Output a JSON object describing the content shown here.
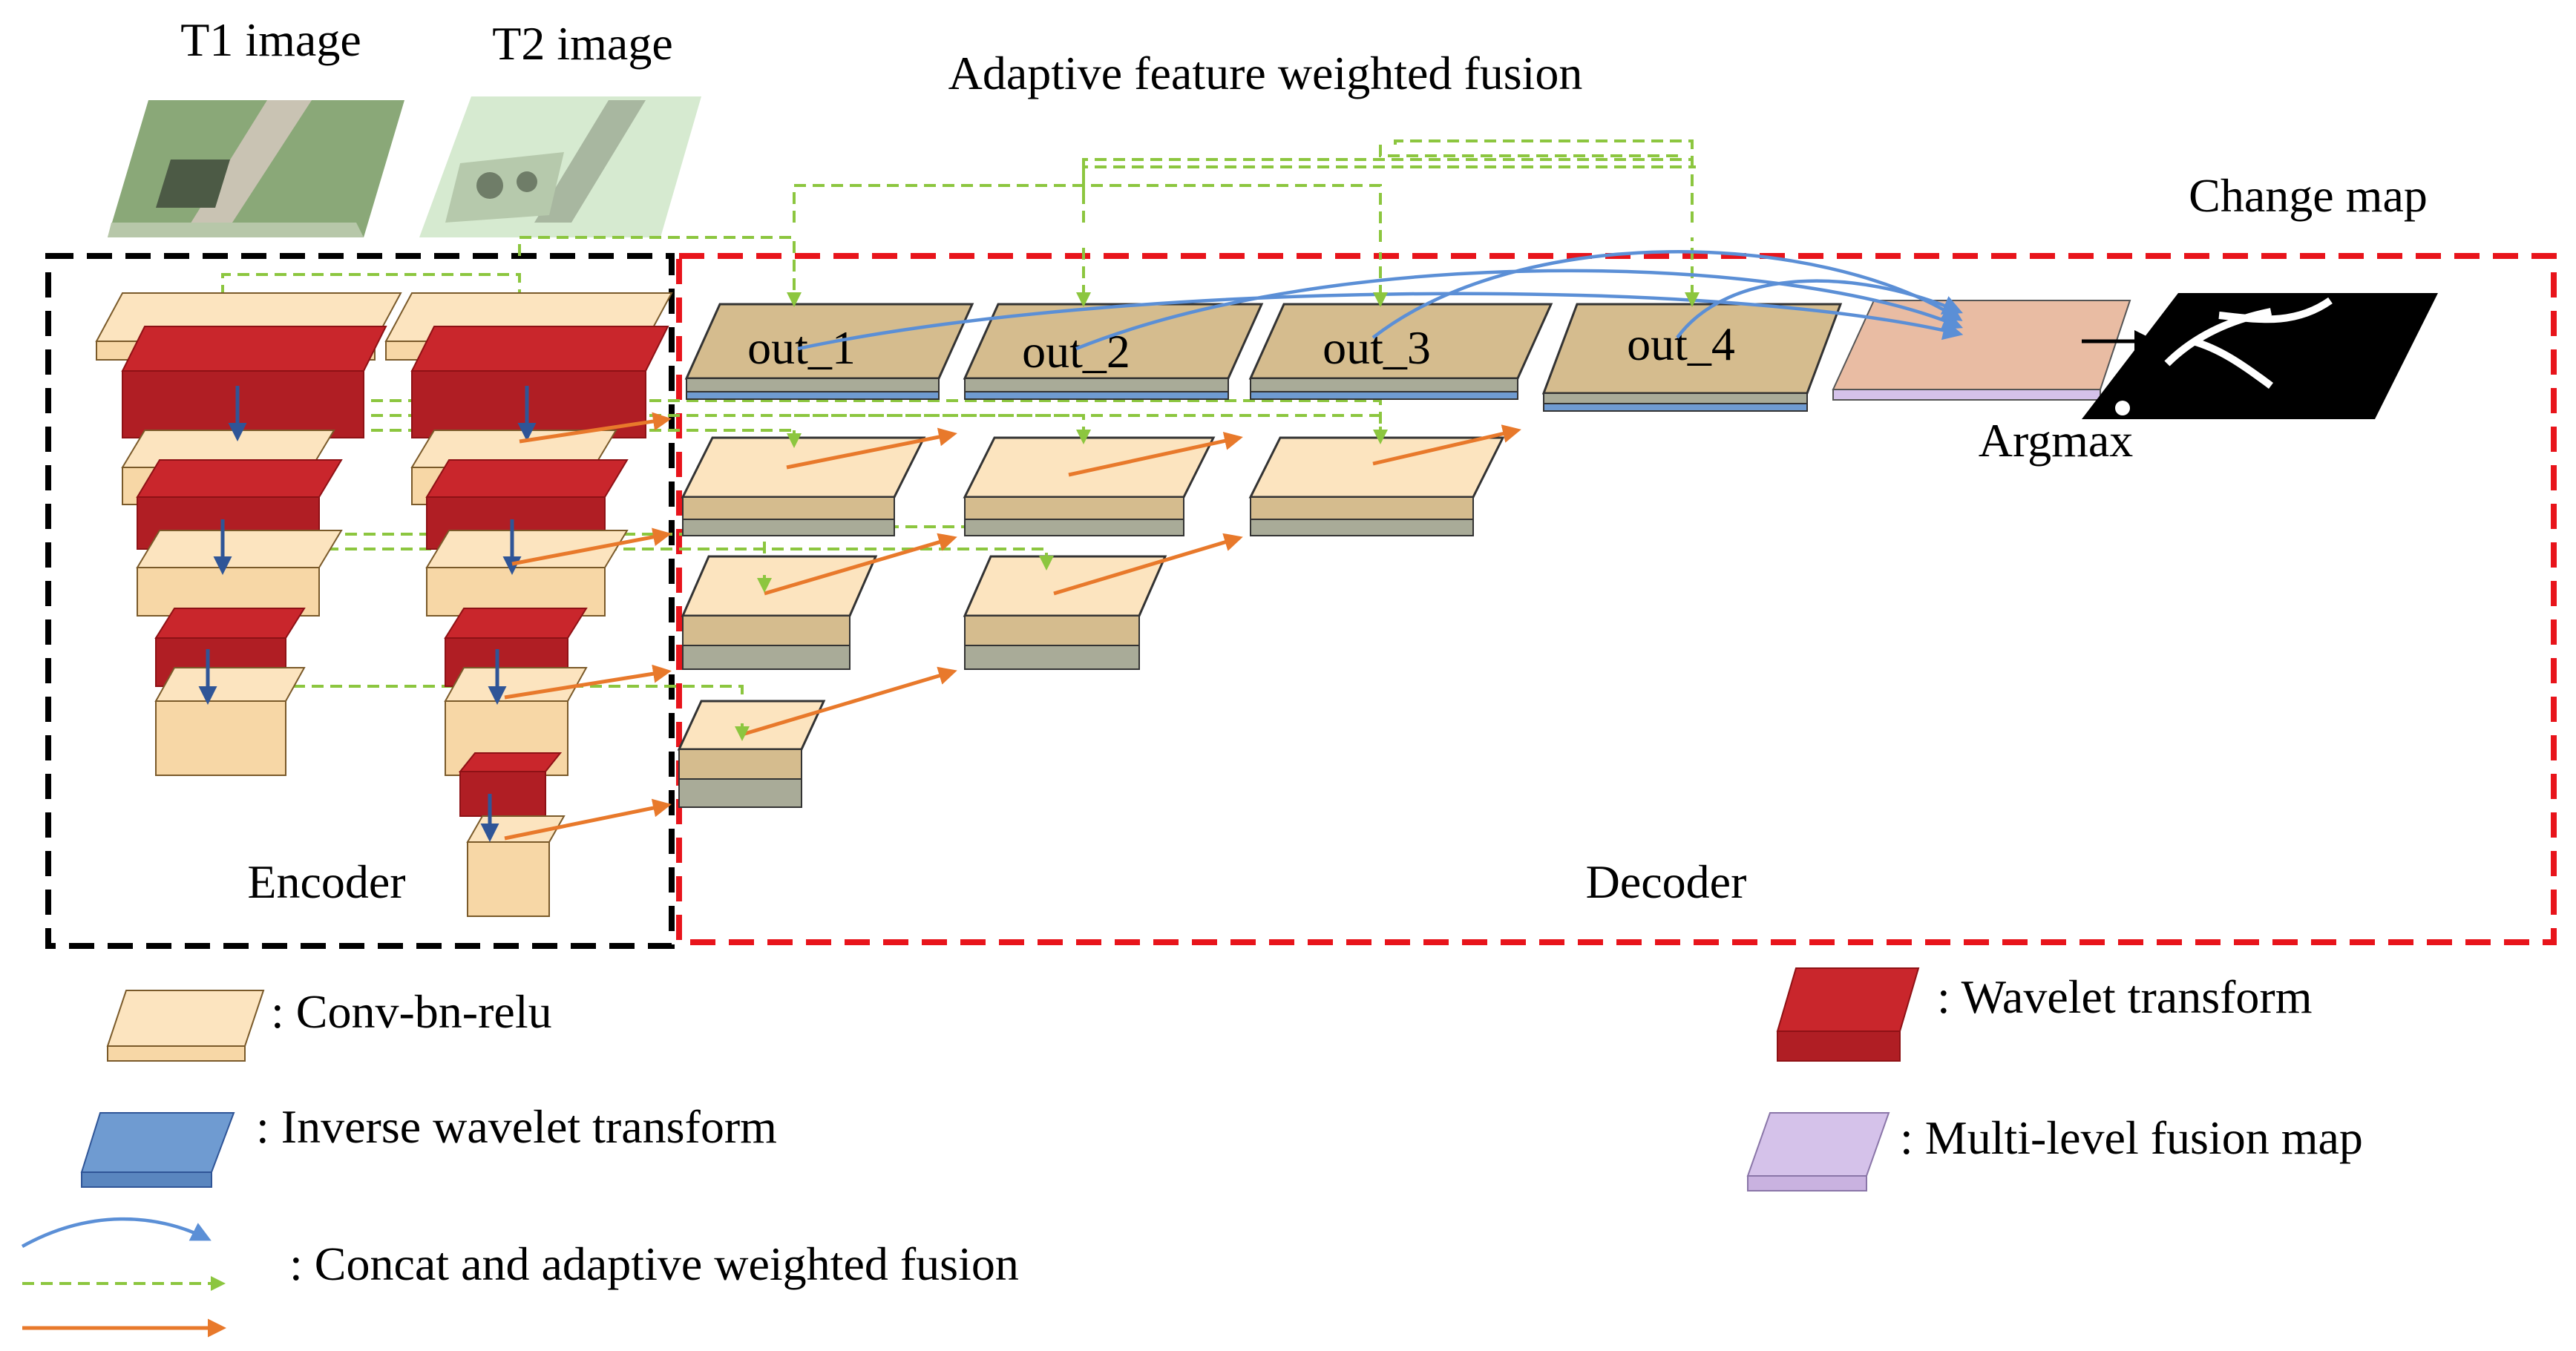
{
  "inputs": {
    "t1_label": "T1 image",
    "t2_label": "T2 image"
  },
  "title": "Adaptive feature weighted fusion",
  "change_map_label": "Change map",
  "argmax_label": "Argmax",
  "encoder_label": "Encoder",
  "decoder_label": "Decoder",
  "outputs": [
    "out_1",
    "out_2",
    "out_3",
    "out_4"
  ],
  "legend": {
    "conv": ": Conv-bn-relu",
    "iwt": ": Inverse wavelet transform",
    "concat": ": Concat and adaptive weighted fusion",
    "wavelet": ": Wavelet transform",
    "fusion": ": Multi-level fusion map"
  },
  "colors": {
    "conv_top": "#fce4bf",
    "conv_side": "#f7d7a6",
    "wavelet": "#c9262c",
    "wavelet_dark": "#8e1115",
    "iwt": "#6f9bd1",
    "fusion": "#d5c2ea",
    "fused_map": "#e9bca3",
    "decoder_block": "#d5bc8e",
    "decoder_grey": "#a9ab98",
    "green": "#8cc63f",
    "orange": "#e8792b",
    "blue": "#5b8fd6",
    "encoder_border": "#000000",
    "decoder_border": "#e8141b"
  }
}
